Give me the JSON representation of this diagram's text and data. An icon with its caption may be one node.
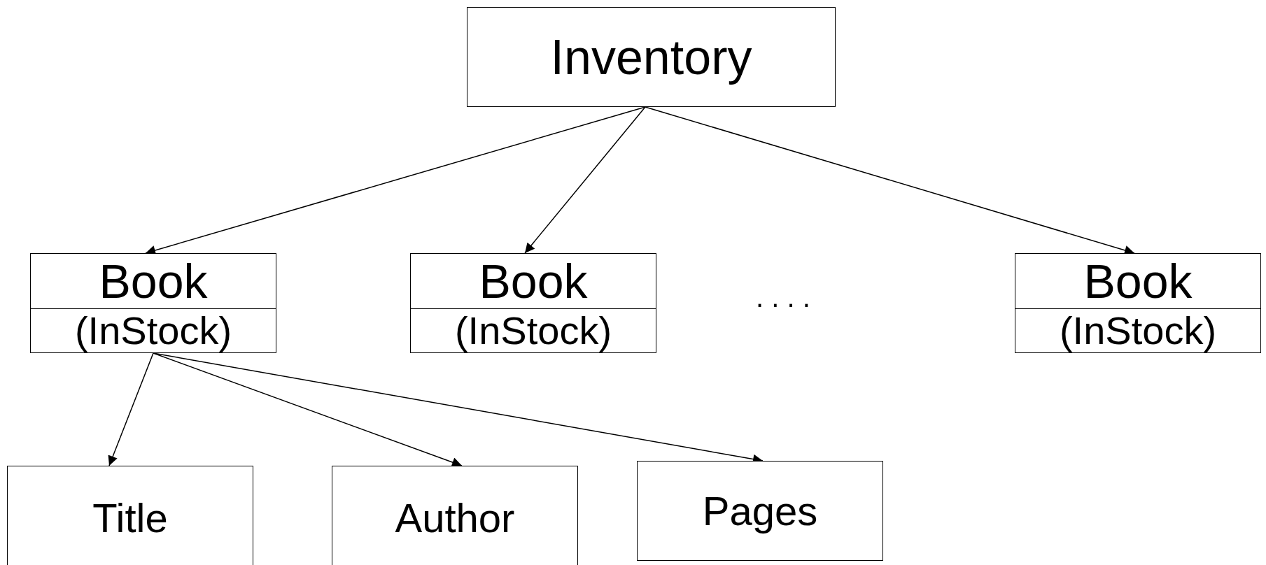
{
  "diagram": {
    "nodes": [
      {
        "text": [
          "Inventory"
        ]
      },
      {
        "text": [
          "Book",
          "(InStock)"
        ]
      },
      {
        "text": [
          "Book",
          "(InStock)"
        ]
      },
      {
        "text": [
          "Book",
          "(InStock)"
        ]
      },
      {
        "text": [
          "Title"
        ]
      },
      {
        "text": [
          "Author"
        ]
      },
      {
        "text": [
          "Pages"
        ]
      }
    ],
    "edges": [
      {
        "from": 0,
        "to": 1,
        "arrow": "to"
      },
      {
        "from": 0,
        "to": 2,
        "arrow": "to"
      },
      {
        "from": 0,
        "to": 3,
        "arrow": "to"
      },
      {
        "from": 1,
        "to": 4,
        "arrow": "to"
      },
      {
        "from": 1,
        "to": 5,
        "arrow": "to"
      },
      {
        "from": 1,
        "to": 6,
        "arrow": "to"
      }
    ],
    "labels": [
      ". . . ."
    ]
  }
}
